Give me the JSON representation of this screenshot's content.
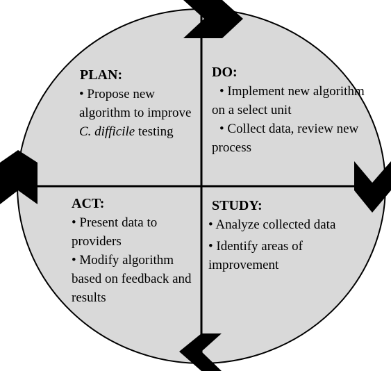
{
  "diagram": {
    "colors": {
      "circle_fill": "#d9d9d9",
      "stroke": "#000000",
      "chevron": "#000000"
    },
    "quadrants": {
      "plan": {
        "heading": "PLAN:",
        "items": [
          {
            "bullet": "•",
            "text_before": "Propose new algorithm to improve ",
            "italic": "C. difficile",
            "text_after": " testing"
          }
        ]
      },
      "do": {
        "heading": "DO:",
        "items": [
          {
            "bullet": "•",
            "text": "Implement new algorithm on a select unit"
          },
          {
            "bullet": "•",
            "text": "Collect data, review new process"
          }
        ]
      },
      "study": {
        "heading": "STUDY:",
        "items": [
          {
            "bullet": "•",
            "text": "Analyze collected data"
          },
          {
            "bullet": "•",
            "text": "Identify areas of improvement"
          }
        ]
      },
      "act": {
        "heading": "ACT:",
        "items": [
          {
            "bullet": "•",
            "text": "Present data to providers"
          },
          {
            "bullet": "•",
            "text": "Modify algorithm based on feedback and results"
          }
        ]
      }
    },
    "arrows": [
      {
        "name": "top-chevron",
        "direction": "right"
      },
      {
        "name": "right-chevron",
        "direction": "down"
      },
      {
        "name": "bottom-chevron",
        "direction": "left"
      },
      {
        "name": "left-chevron",
        "direction": "up"
      }
    ]
  }
}
